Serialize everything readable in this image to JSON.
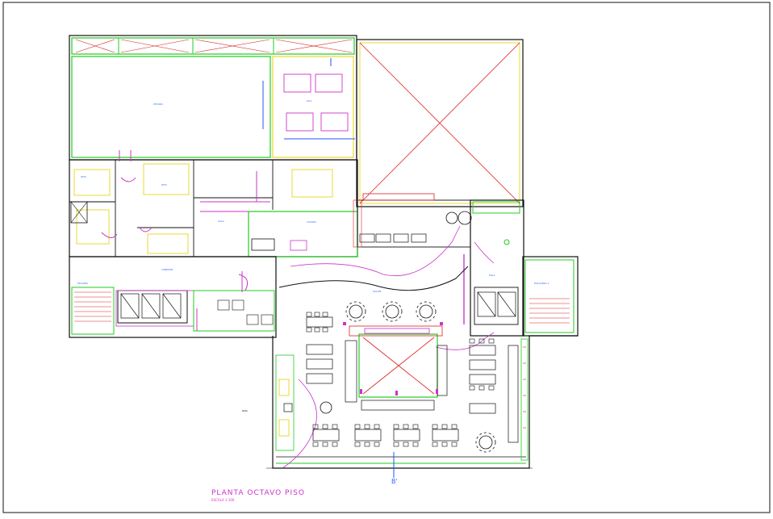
{
  "drawing": {
    "title": "PLANTA OCTAVO  PISO",
    "scale_note": "ESCALA 1:100",
    "section_marker": "B'"
  },
  "rooms": {
    "restaurant": "SALON",
    "kitchen": "COCINA",
    "hall": "HALL",
    "stair_left": "ESCALERA",
    "stair_right": "ESCALERA 2"
  },
  "colors": {
    "wall": "#111111",
    "green_line": "#22cc22",
    "yellow_line": "#e6d000",
    "red_line": "#dd2222",
    "magenta_line": "#cc33cc",
    "blue_line": "#2255ff",
    "furniture": "#111111"
  }
}
